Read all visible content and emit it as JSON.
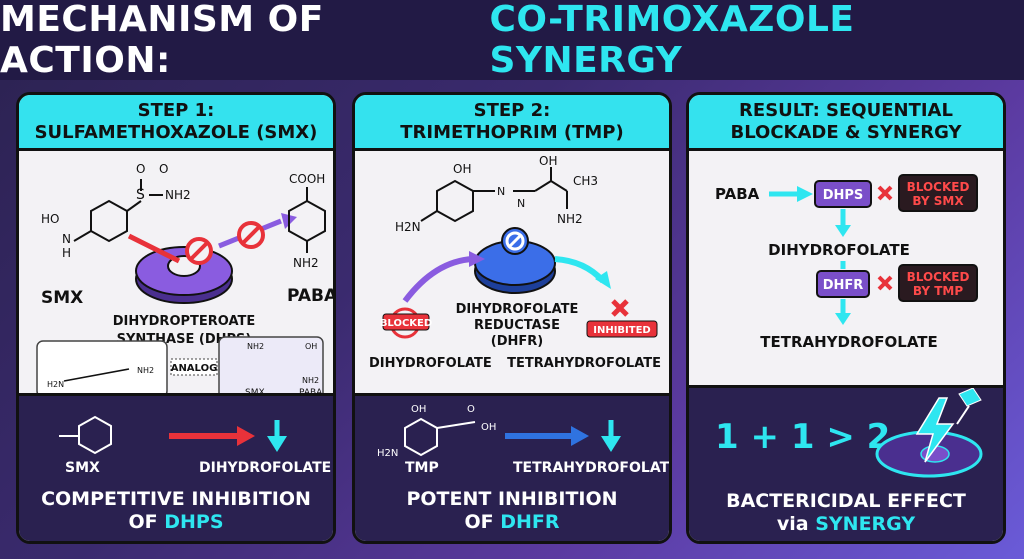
{
  "title": {
    "main": "MECHANISM OF ACTION:",
    "accent": "CO-TRIMOXAZOLE SYNERGY"
  },
  "panel1": {
    "head_line1": "STEP 1:",
    "head_line2": "SULFAMETHOXAZOLE (SMX)",
    "so2nh2": "S",
    "o_top1": "O",
    "o_top2": "O",
    "nh2_s": "NH2",
    "hon": "HO",
    "n_label": "N",
    "h_label": "H",
    "cooh": "COOH",
    "nh2_paba": "NH2",
    "smx_label": "SMX",
    "paba_label": "PABA",
    "enzyme_line1": "DIHYDROPTEROATE",
    "enzyme_line2": "SYNTHASE (DHPS)",
    "analog_label": "ANALOG",
    "inset_smx_nh2": "NH2",
    "inset_smx_caption": "SMX",
    "inset_paba_oh": "OH",
    "inset_paba_nh2": "NH2",
    "inset_paba_caption": "PABA",
    "inset_left_h2n": "H2N",
    "inset_left_nh2": "NH2",
    "foot_smx": "SMX",
    "foot_product": "DIHYDROFOLATE",
    "foot_line1": "COMPETITIVE INHIBITION",
    "foot_line2_pre": "OF ",
    "foot_line2_accent": "DHPS"
  },
  "panel2": {
    "head_line1": "STEP 2:",
    "head_line2": "TRIMETHOPRIM (TMP)",
    "oh1": "OH",
    "oh2": "OH",
    "ch3": "CH3",
    "nh2_right": "NH2",
    "h2n_left": "H2N",
    "n1": "N",
    "n2": "N",
    "blocked_label": "BLOCKED",
    "inhibited_label": "INHIBITED",
    "enzyme_line1": "DIHYDROFOLATE",
    "enzyme_line2": "REDUCTASE",
    "enzyme_line3": "(DHFR)",
    "substrate": "DIHYDROFOLATE",
    "product": "TETRAHYDROFOLATE",
    "foot_tmp": "TMP",
    "foot_oh": "OH",
    "foot_h2n": "H2N",
    "foot_o": "O",
    "foot_oh2": "OH",
    "foot_product": "TETRAHYDROFOLATE",
    "foot_line1": "POTENT INHIBITION",
    "foot_line2_pre": "OF ",
    "foot_line2_accent": "DHFR"
  },
  "panel3": {
    "head_line1": "RESULT: SEQUENTIAL",
    "head_line2": "BLOCKADE & SYNERGY",
    "paba": "PABA",
    "dhps": "DHPS",
    "blocked_smx_line1": "BLOCKED",
    "blocked_smx_line2": "BY SMX",
    "dihydrofolate": "DIHYDROFOLATE",
    "dhfr": "DHFR",
    "blocked_tmp_line1": "BLOCKED",
    "blocked_tmp_line2": "BY TMP",
    "tetrahydrofolate": "TETRAHYDROFOLATE",
    "equation": "1 + 1 > 2",
    "foot_line1": "BACTERICIDAL EFFECT",
    "foot_line2_pre": "via ",
    "foot_line2_accent": "SYNERGY"
  },
  "colors": {
    "cyan": "#34e2ee",
    "dark": "#2a2150",
    "red": "#e8323a",
    "purple": "#7a4fc9",
    "blue": "#2f73e0"
  }
}
